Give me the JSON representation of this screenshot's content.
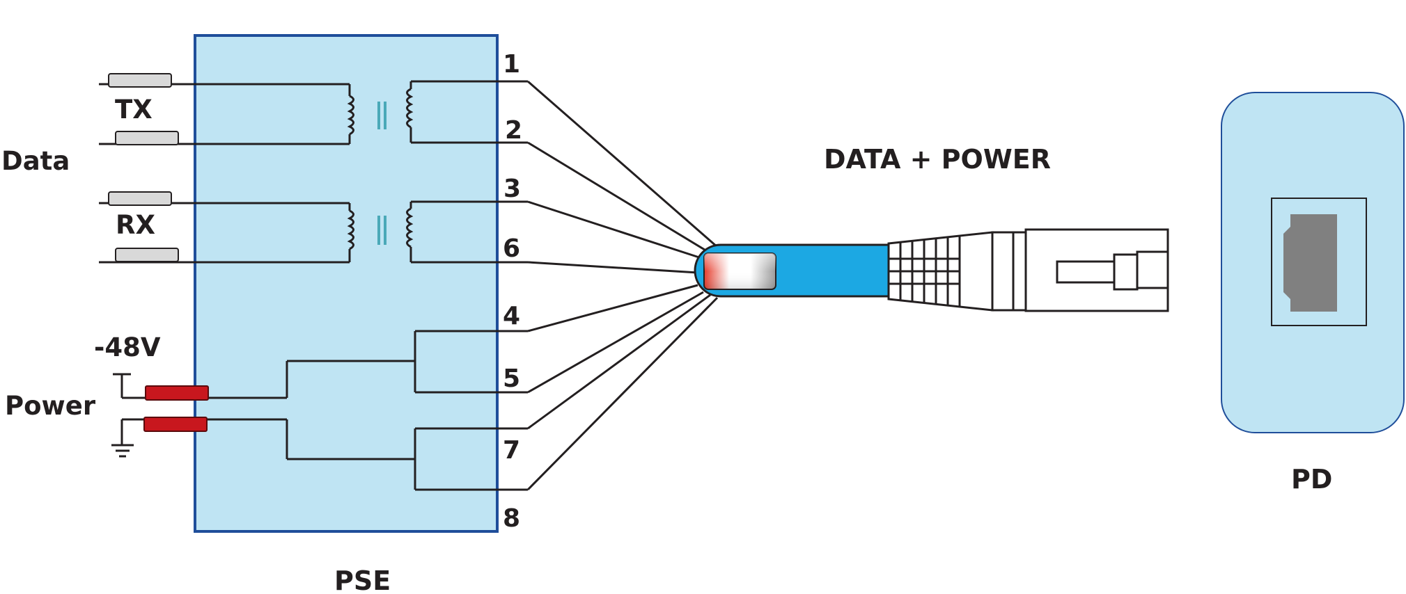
{
  "colors": {
    "panel_fill": "#bfe4f3",
    "panel_border": "#1f4e9a",
    "cable_blue": "#1ca8e3",
    "power_red": "#c8171e",
    "resistor_gray": "#d9d9d9",
    "port_gray": "#808080",
    "core_teal": "#4aa9b8",
    "line": "#231f20"
  },
  "labels": {
    "data": "Data",
    "power": "Power",
    "tx": "TX",
    "rx": "RX",
    "voltage": "-48V",
    "pse": "PSE",
    "pd": "PD",
    "cable": "DATA + POWER"
  },
  "pins": [
    "1",
    "2",
    "3",
    "6",
    "4",
    "5",
    "7",
    "8"
  ],
  "icons": {
    "ground": "ground-symbol-icon",
    "transformer": "transformer-icon",
    "resistor": "resistor-icon",
    "connector": "rj45-plug-icon",
    "jack": "rj45-jack-icon"
  }
}
